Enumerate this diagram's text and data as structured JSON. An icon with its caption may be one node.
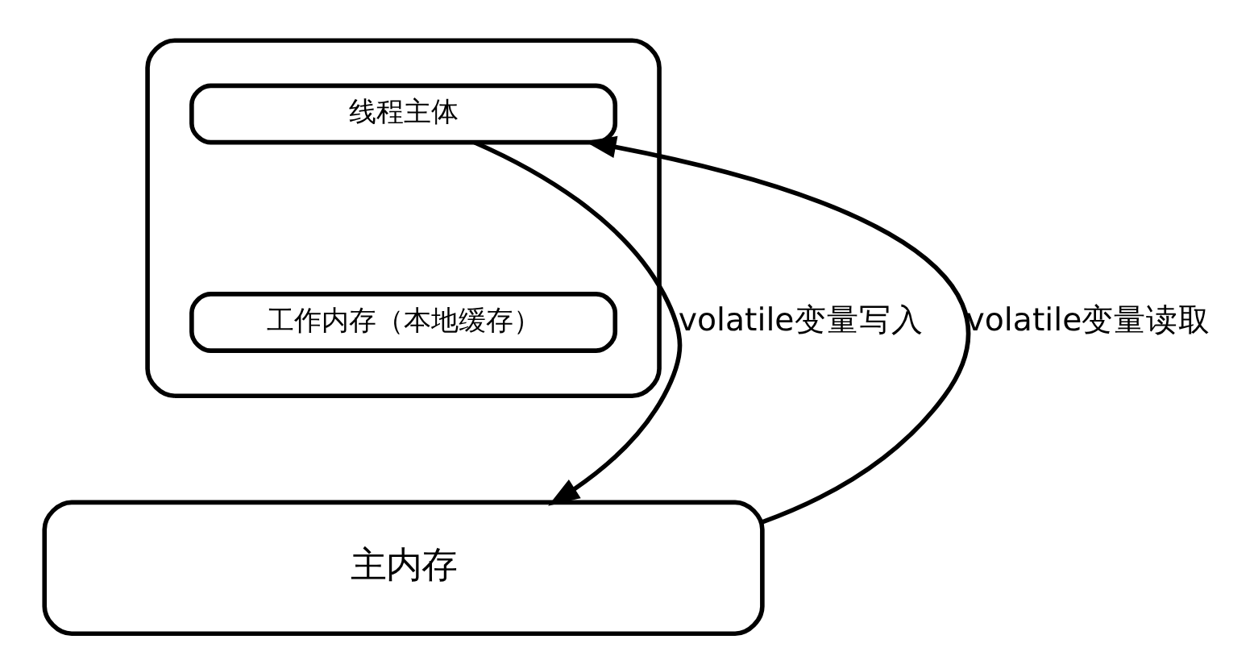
{
  "diagram": {
    "nodes": [
      {
        "text": [],
        "shape": "box"
      },
      {
        "text": [
          "线程主体"
        ],
        "in": 0
      },
      {
        "text": [
          "工作内存（本地缓存）"
        ],
        "in": 0
      },
      {
        "text": [
          "主内存"
        ]
      }
    ],
    "edges": [
      {
        "from": 1,
        "to": 3,
        "arrow": "to",
        "label": "volatile变量写入"
      },
      {
        "from": 3,
        "to": 1,
        "arrow": "to",
        "label": "volatile变量读取"
      }
    ]
  }
}
